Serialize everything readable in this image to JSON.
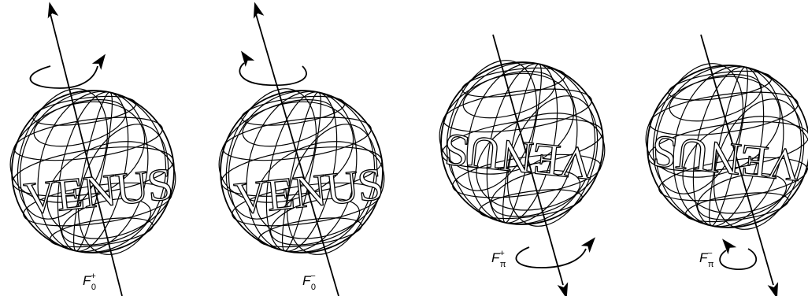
{
  "panels": [
    {
      "label": "F",
      "sup": "+",
      "sub": "0",
      "word": "VENUS"
    },
    {
      "label": "F",
      "sup": "−",
      "sub": "0",
      "word": "VENUS"
    },
    {
      "label": "F",
      "sup": "+",
      "sub": "π",
      "word": "VENUS"
    },
    {
      "label": "F",
      "sup": "−",
      "sub": "π",
      "word": "VENUS"
    }
  ]
}
